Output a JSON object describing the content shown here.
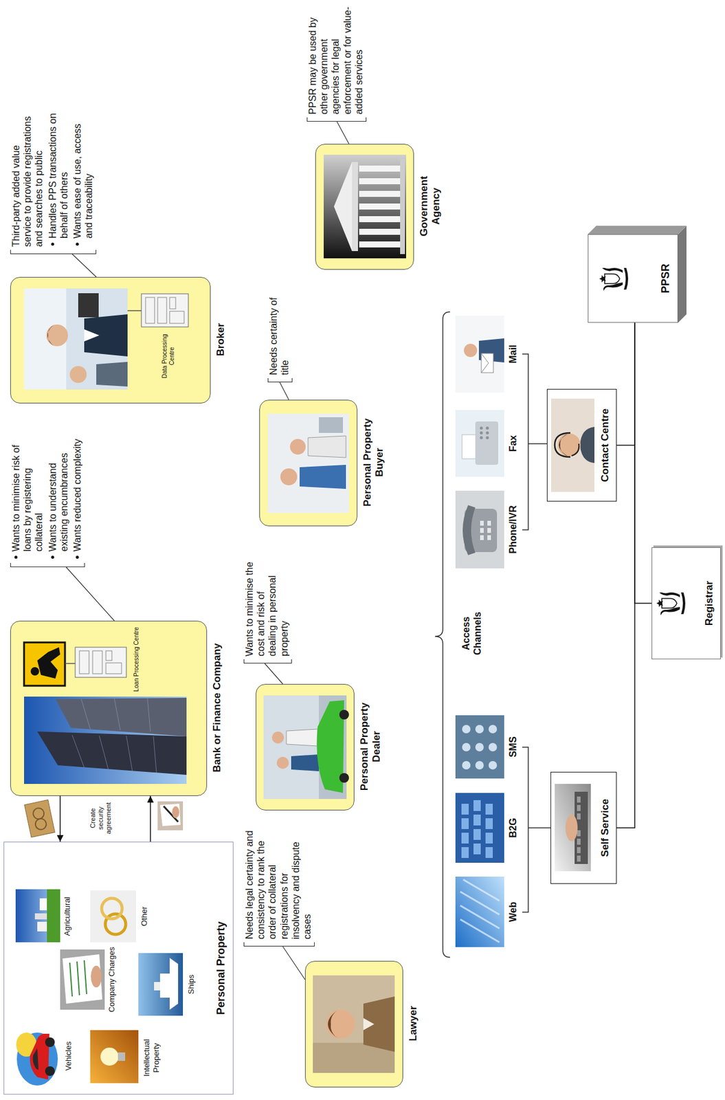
{
  "diagram": {
    "nodes": [
      {
        "text": [
          "Personal Property"
        ]
      },
      {
        "text": [
          "Bank or Finance Company",
          "Loan Processing Centre"
        ]
      },
      {
        "text": [
          "Broker",
          "Data Processing Centre"
        ]
      },
      {
        "text": [
          "Lawyer"
        ]
      },
      {
        "text": [
          "Personal Property Dealer"
        ]
      },
      {
        "text": [
          "Personal Property Buyer"
        ]
      },
      {
        "text": [
          "Government Agency"
        ]
      },
      {
        "text": [
          "Self Service"
        ]
      },
      {
        "text": [
          "Contact Centre"
        ]
      },
      {
        "text": [
          "Registrar"
        ]
      },
      {
        "text": [
          "PPSR"
        ]
      }
    ],
    "edges": [
      {
        "from": 1,
        "to": 0,
        "arrow": "to"
      },
      {
        "from": 0,
        "to": 1,
        "arrow": "to"
      },
      {
        "from": 7,
        "to": 10,
        "arrow": "none"
      },
      {
        "from": 8,
        "to": 10,
        "arrow": "none"
      },
      {
        "from": 9,
        "to": 10,
        "arrow": "none"
      }
    ],
    "labels": [
      "Vehicles",
      "Intellectual Property",
      "Company Charges",
      "Ships",
      "Agricultural",
      "Other",
      "Create security agreement",
      "Wants to minimise risk of loans by registering collateral",
      "Wants to understand existing encumbrances",
      "Wants reduced complexity",
      "Third-party added value service to provide registrations and searches to public",
      "Handles PPS transactions on behalf of others",
      "Wants ease of use, access and traceability",
      "Needs legal certainty and consistency to rank the order of collateral registrations for insolvency and dispute cases",
      "Wants to minimise the cost and risk of dealing in personal property",
      "Needs certainty of title",
      "PPSR may be used by other government agencies for legal enforcement or for value-added services",
      "Access Channels",
      "Web",
      "B2G",
      "SMS",
      "Phone/IVR",
      "Fax",
      "Mail"
    ]
  }
}
